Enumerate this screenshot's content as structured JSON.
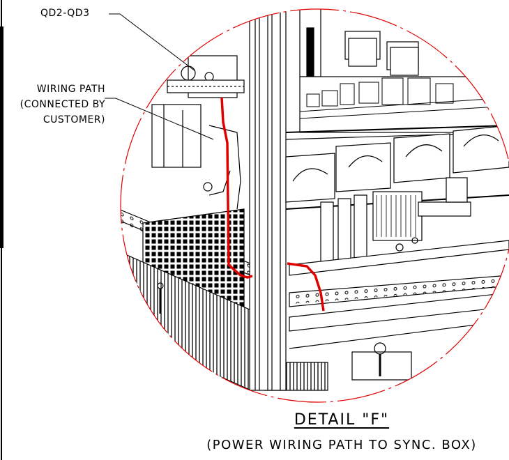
{
  "callouts": {
    "qd": "QD2-QD3",
    "wiring_line1": "WIRING PATH",
    "wiring_line2": "(CONNECTED BY",
    "wiring_line3": "CUSTOMER)"
  },
  "detail": {
    "title": "DETAIL \"F\"",
    "subtitle": "(POWER WIRING PATH TO SYNC. BOX)"
  },
  "colors": {
    "ink": "#000000",
    "wiring": "#e00000",
    "detail_circle": "#e00000"
  }
}
